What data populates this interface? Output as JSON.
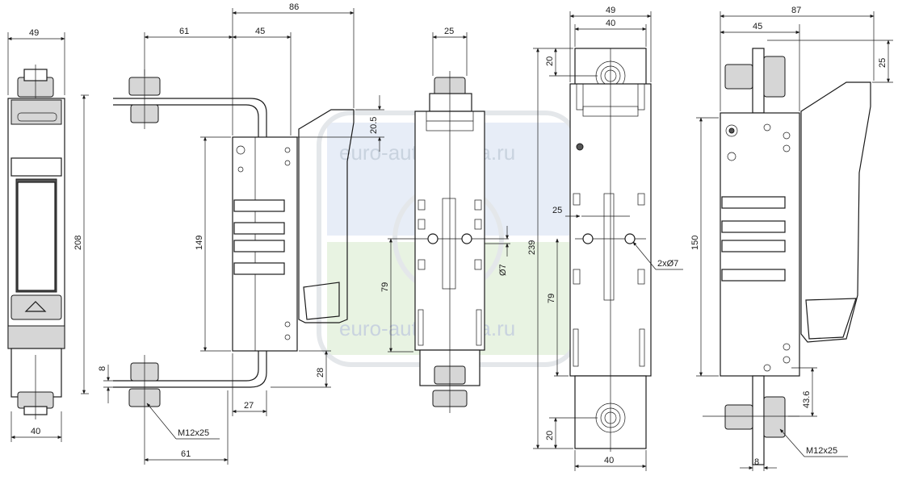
{
  "watermark": {
    "text": "euro-automatika.ru",
    "colors": {
      "blue": "#e7edf7",
      "green": "#e8f3e2"
    }
  },
  "view_front": {
    "width_top": "49",
    "height": "208",
    "width_bottom": "40"
  },
  "view_side": {
    "overall_width": "86",
    "arm_offset": "61",
    "body_width": "45",
    "offset_top": "20.5",
    "height": "149",
    "bottom_offset": "28",
    "bottom_gap": "27",
    "bolt_offset": "8",
    "bolt_label": "M12x25",
    "bolt_span": "61"
  },
  "view_back": {
    "top_width": "25",
    "hole_dia": "Ø7",
    "height_79": "79"
  },
  "view_plate": {
    "overall_width": "49",
    "inner_width": "40",
    "top_offset": "20",
    "overall_height": "239",
    "slot": "25",
    "holes": "2xØ7",
    "height_79": "79",
    "bottom_offset": "20",
    "bottom_width": "40"
  },
  "view_right": {
    "overall_width": "87",
    "part_width": "45",
    "top_offset": "25",
    "height": "150",
    "offset_43": "43.6",
    "bolt_label": "M12x25",
    "bolt_offset": "8"
  }
}
